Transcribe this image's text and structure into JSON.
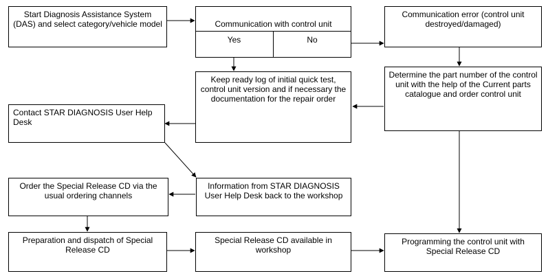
{
  "nodes": {
    "start_das": "Start Diagnosis Assistance System\n(DAS) and select category/vehicle model",
    "communication": "Communication with control unit",
    "yes": "Yes",
    "no": "No",
    "comm_error": "Communication error (control unit\ndestroyed/damaged)",
    "keep_log": "Keep ready log of initial quick test,\ncontrol unit version and if necessary the\ndocumentation for the repair order",
    "determine_part": "Determine the part number of the control\nunit with the help of the Current parts\ncatalogue and order control unit",
    "contact_help": "Contact STAR DIAGNOSIS User Help\nDesk",
    "info_help": "Information from STAR DIAGNOSIS\nUser Help Desk back to the workshop",
    "order_cd": "Order the Special Release CD via the\nusual ordering channels",
    "prep_dispatch": "Preparation and dispatch of Special\nRelease CD",
    "cd_available": "Special Release CD available in\nworkshop",
    "programming": "Programming the control unit with\nSpecial Release CD"
  }
}
